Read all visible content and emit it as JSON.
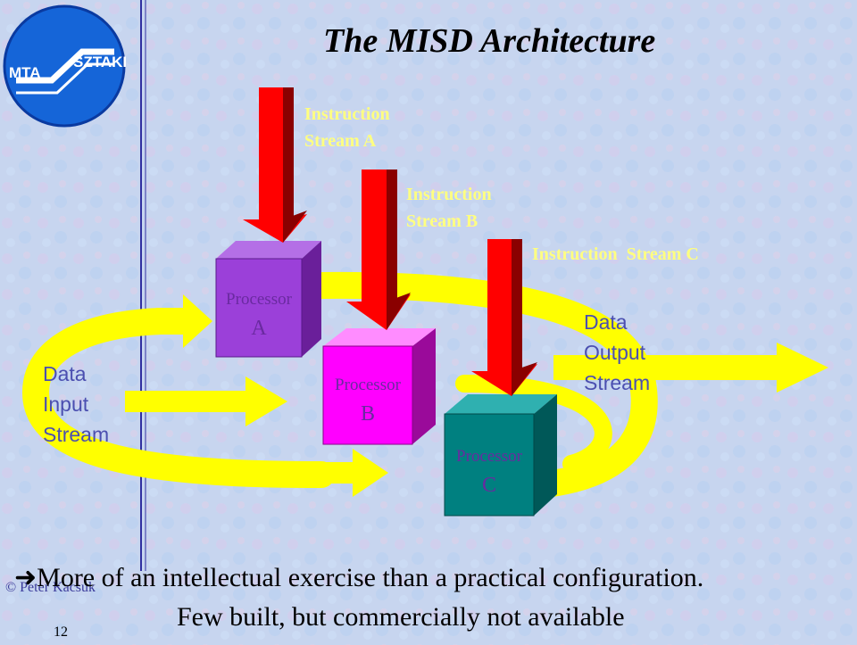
{
  "title": "The MISD Architecture",
  "logo": {
    "left": "MTA",
    "right": "SZTAKI"
  },
  "instruction_streams": [
    {
      "line1": "Instruction",
      "line2": "Stream A"
    },
    {
      "line1": "Instruction",
      "line2": "Stream B"
    },
    {
      "line1": "Instruction  Stream C",
      "line2": ""
    }
  ],
  "processors": [
    {
      "name": "Processor",
      "letter": "A"
    },
    {
      "name": "Processor",
      "letter": "B"
    },
    {
      "name": "Processor",
      "letter": "C"
    }
  ],
  "data_input": {
    "line1": "Data",
    "line2": "Input",
    "line3": "Stream"
  },
  "data_output": {
    "line1": "Data",
    "line2": "Output",
    "line3": "Stream"
  },
  "footer": {
    "arrow_glyph": "➜",
    "line1": "More of an intellectual exercise than a practical configuration.",
    "line2": "Few built, but commercially not available"
  },
  "author": "© Peter Kacsuk",
  "page_number": "12",
  "colors": {
    "flow_yellow": "#ffff00",
    "arrow_red": "#ff0000",
    "proc_a": "#9b40d9",
    "proc_b": "#ff00ff",
    "proc_c": "#008080"
  }
}
